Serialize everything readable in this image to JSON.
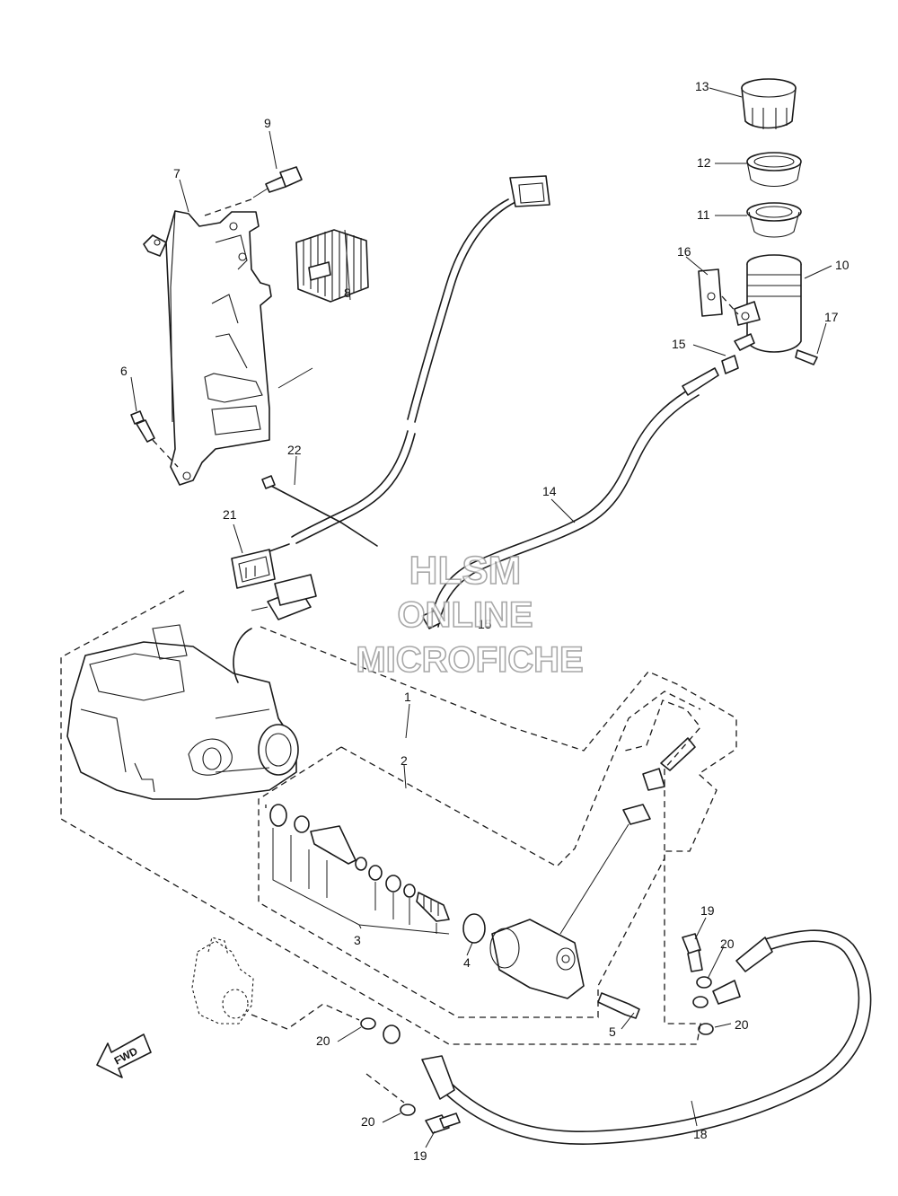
{
  "watermark": {
    "line1": "HLSM",
    "line2": "ONLINE",
    "line3": "MICROFICHE"
  },
  "direction_arrow": {
    "label": "FWD"
  },
  "callouts": [
    {
      "id": "c1",
      "label": "1"
    },
    {
      "id": "c2",
      "label": "2"
    },
    {
      "id": "c3",
      "label": "3"
    },
    {
      "id": "c4",
      "label": "4"
    },
    {
      "id": "c5",
      "label": "5"
    },
    {
      "id": "c6",
      "label": "6"
    },
    {
      "id": "c7",
      "label": "7"
    },
    {
      "id": "c8",
      "label": "8"
    },
    {
      "id": "c9",
      "label": "9"
    },
    {
      "id": "c10",
      "label": "10"
    },
    {
      "id": "c11",
      "label": "11"
    },
    {
      "id": "c12",
      "label": "12"
    },
    {
      "id": "c13",
      "label": "13"
    },
    {
      "id": "c14",
      "label": "14"
    },
    {
      "id": "c15a",
      "label": "15"
    },
    {
      "id": "c15b",
      "label": "15"
    },
    {
      "id": "c16",
      "label": "16"
    },
    {
      "id": "c17",
      "label": "17"
    },
    {
      "id": "c18",
      "label": "18"
    },
    {
      "id": "c19a",
      "label": "19"
    },
    {
      "id": "c19b",
      "label": "19"
    },
    {
      "id": "c20a",
      "label": "20"
    },
    {
      "id": "c20b",
      "label": "20"
    },
    {
      "id": "c20c",
      "label": "20"
    },
    {
      "id": "c20d",
      "label": "20"
    },
    {
      "id": "c21",
      "label": "21"
    },
    {
      "id": "c22",
      "label": "22"
    }
  ]
}
